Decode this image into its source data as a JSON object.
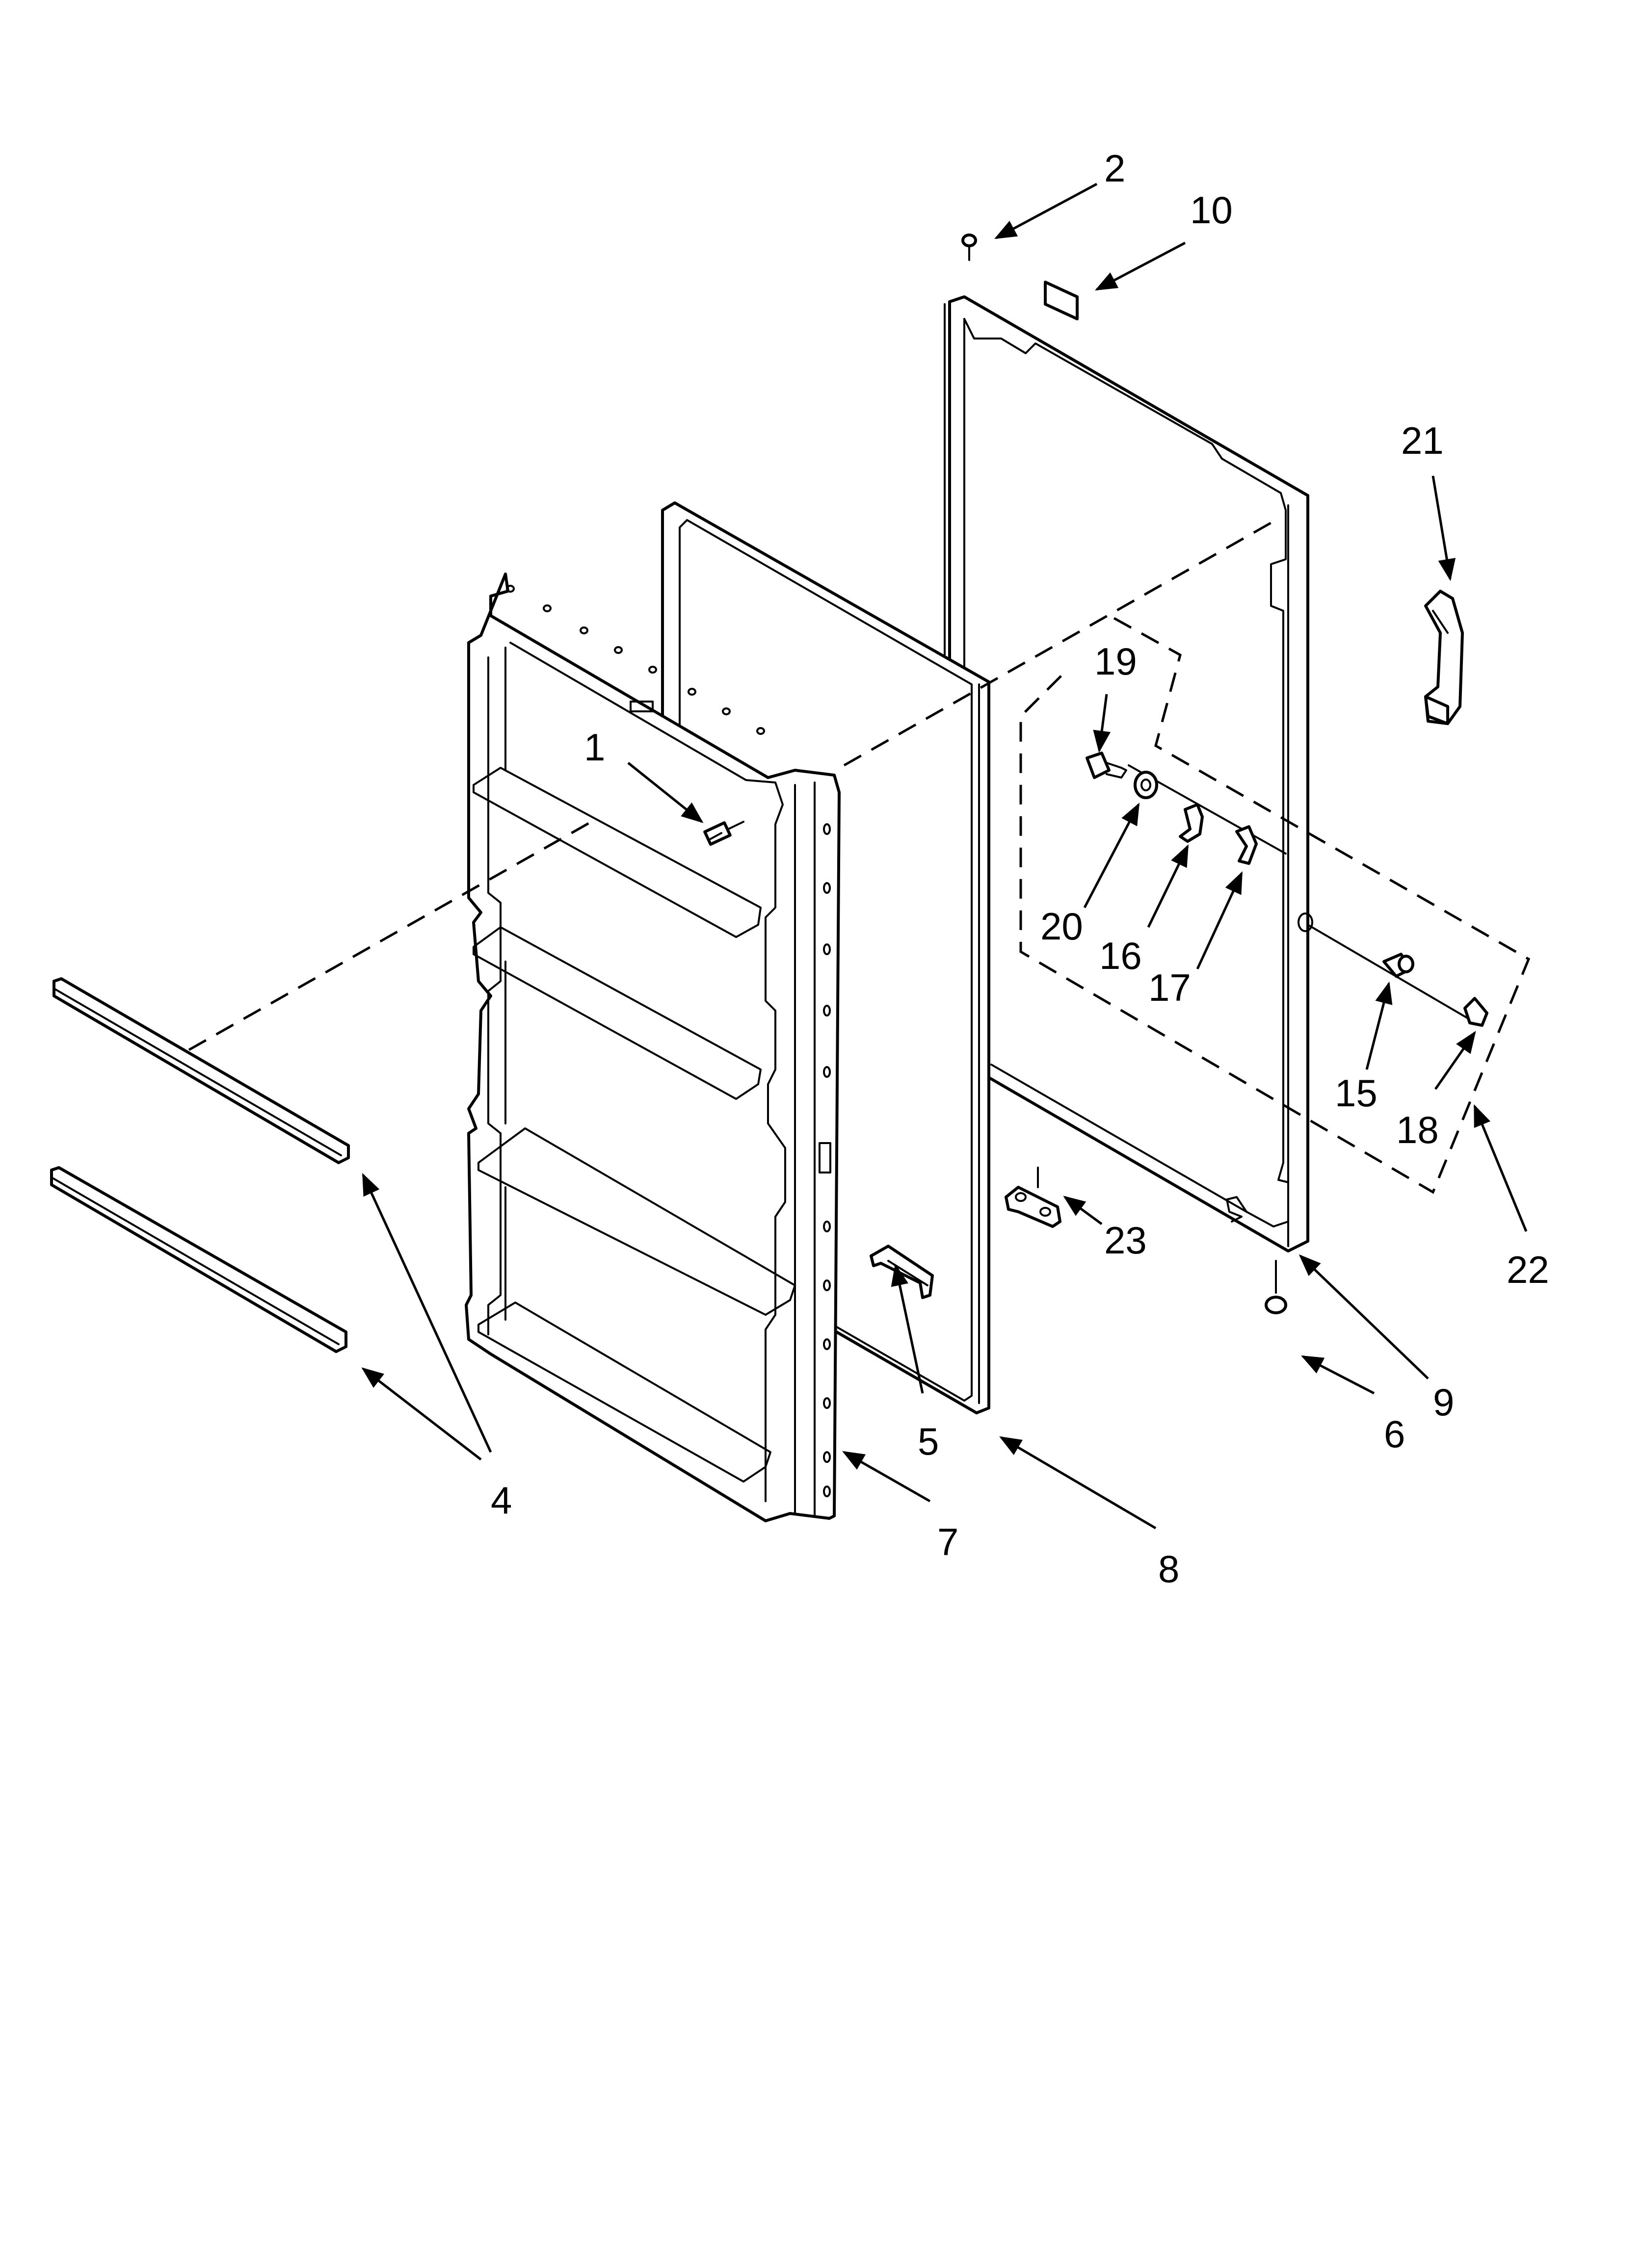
{
  "callouts": {
    "c1": "1",
    "c2": "2",
    "c4": "4",
    "c5": "5",
    "c6": "6",
    "c7": "7",
    "c8": "8",
    "c9": "9",
    "c10": "10",
    "c15": "15",
    "c16": "16",
    "c17": "17",
    "c18": "18",
    "c19": "19",
    "c20": "20",
    "c21": "21",
    "c22": "22",
    "c23": "23"
  },
  "colors": {
    "line": "#000000",
    "background": "#ffffff"
  }
}
